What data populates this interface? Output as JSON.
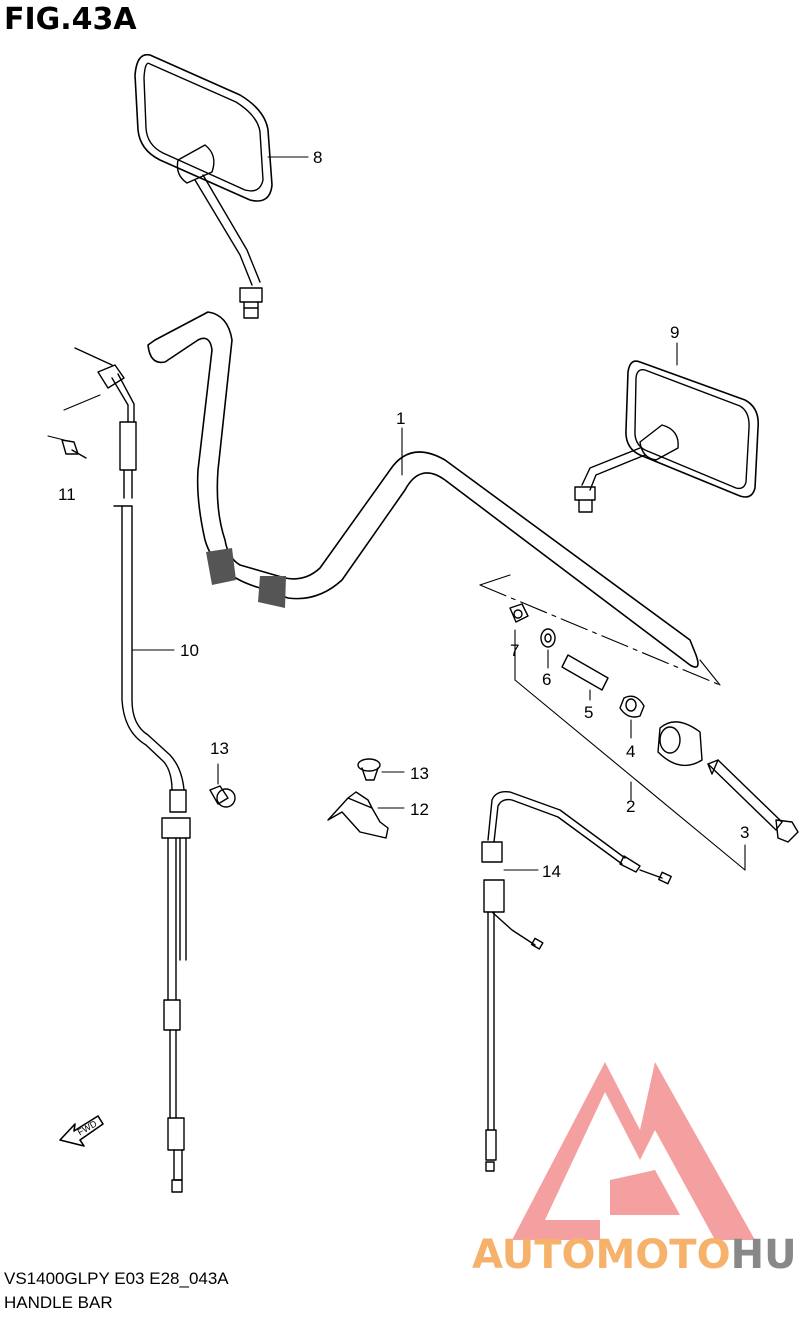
{
  "figure": {
    "title": "FIG.43A"
  },
  "footer": {
    "model_code": "VS1400GLPY E03 E28_043A",
    "section_name": "HANDLE BAR"
  },
  "watermark": {
    "text_part1": "AUTOMOTO",
    "text_part2": "HUB",
    "color_primary": "#f6b26b",
    "color_secondary": "#888888",
    "logo_color": "#f4a0a0"
  },
  "direction_marker": {
    "text": "FWD"
  },
  "callouts": [
    {
      "id": "1",
      "label": "1"
    },
    {
      "id": "2",
      "label": "2"
    },
    {
      "id": "3",
      "label": "3"
    },
    {
      "id": "4",
      "label": "4"
    },
    {
      "id": "5",
      "label": "5"
    },
    {
      "id": "6",
      "label": "6"
    },
    {
      "id": "7",
      "label": "7"
    },
    {
      "id": "8",
      "label": "8"
    },
    {
      "id": "9",
      "label": "9"
    },
    {
      "id": "10",
      "label": "10"
    },
    {
      "id": "11",
      "label": "11"
    },
    {
      "id": "12",
      "label": "12"
    },
    {
      "id": "13a",
      "label": "13"
    },
    {
      "id": "13b",
      "label": "13"
    },
    {
      "id": "14",
      "label": "14"
    }
  ]
}
